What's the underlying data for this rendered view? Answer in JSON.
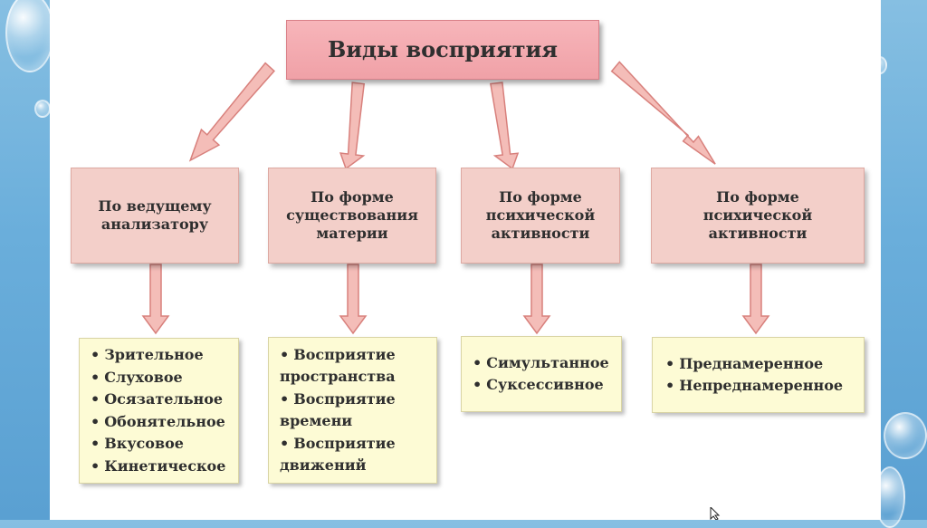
{
  "title": "Виды восприятия",
  "categories": [
    {
      "label": "По ведущему анализатору",
      "items": [
        "Зрительное",
        "Слуховое",
        "Осязательное",
        "Обонятельное",
        "Вкусовое",
        "Кинетическое"
      ]
    },
    {
      "label": "По форме существования материи",
      "items": [
        "Восприятие пространства",
        "Восприятие времени",
        "Восприятие движений"
      ]
    },
    {
      "label": "По форме психической активности",
      "items": [
        "Симультанное",
        "Сукcессивное"
      ]
    },
    {
      "label": "По форме психической активности",
      "items": [
        "Преднамеренное",
        "Непреднамеренное"
      ]
    }
  ],
  "colors": {
    "title_fill": "#f4a9ae",
    "category_fill": "#f3cfc9",
    "list_fill": "#fdfbd5",
    "arrow_fill": "#f4bdb8",
    "arrow_stroke": "#d8807c",
    "background": "#6aaedb"
  }
}
